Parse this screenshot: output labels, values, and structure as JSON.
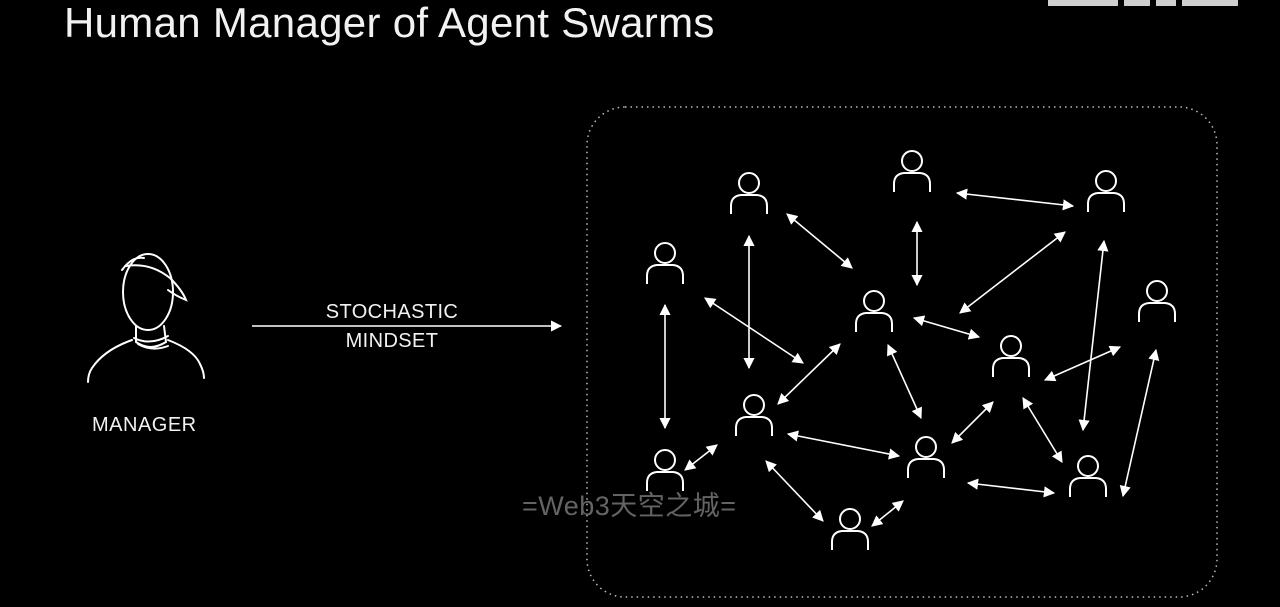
{
  "slide": {
    "title": "Human Manager of Agent Swarms",
    "manager_label": "MANAGER",
    "arrow_label_line1": "STOCHASTIC",
    "arrow_label_line2": "MINDSET",
    "watermark": "=Web3天空之城="
  },
  "colors": {
    "background": "#000000",
    "foreground": "#ffffff",
    "watermark": "#6f6f6f"
  },
  "icons": {
    "manager": "person-sketch-icon",
    "agent": "person-icon"
  }
}
